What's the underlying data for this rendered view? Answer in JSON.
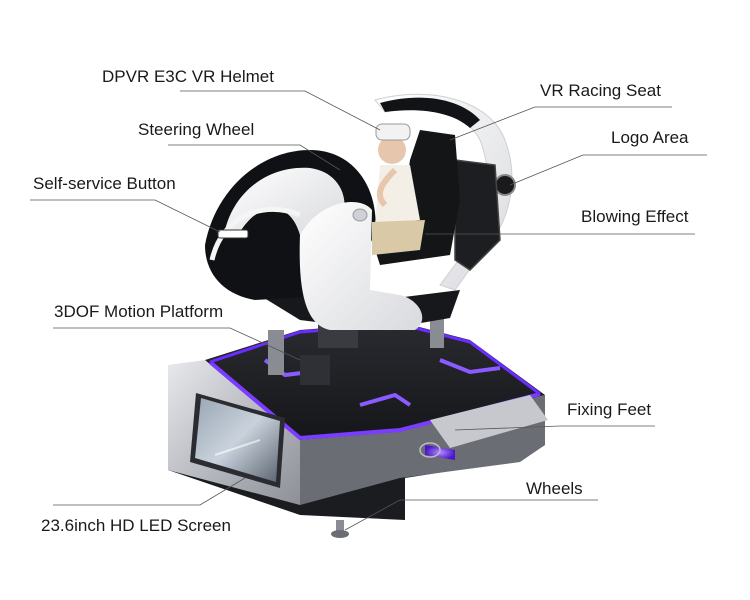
{
  "callouts": {
    "helmet": "DPVR E3C VR Helmet",
    "seat": "VR Racing Seat",
    "steering": "Steering Wheel",
    "logo": "Logo Area",
    "button": "Self-service Button",
    "blowing": "Blowing Effect",
    "platform": "3DOF Motion Platform",
    "feet": "Fixing Feet",
    "wheels": "Wheels",
    "screen": "23.6inch HD LED Screen"
  },
  "colors": {
    "accent_glow": "#7a3cff",
    "shell_white": "#f4f4f6",
    "shell_black": "#111114",
    "base_gray": "#3a3b40",
    "leader_line": "#555555"
  }
}
